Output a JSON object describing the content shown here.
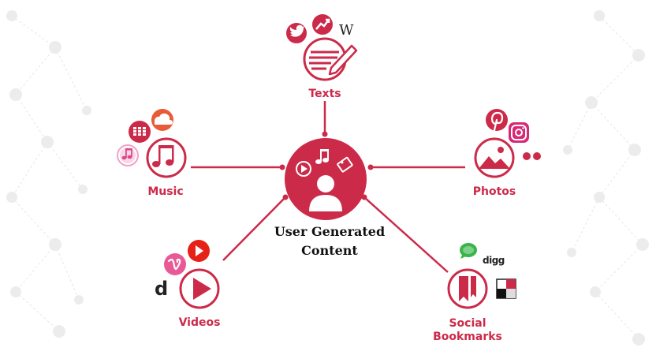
{
  "center": {
    "title_line1": "User Generated",
    "title_line2": "Content"
  },
  "nodes": {
    "texts": "Texts",
    "music": "Music",
    "photos": "Photos",
    "videos": "Videos",
    "bookmarks_line1": "Social",
    "bookmarks_line2": "Bookmarks"
  },
  "brand_marks": {
    "wikipedia": "W",
    "digg": "digg",
    "dailymotion": "d"
  },
  "colors": {
    "accent": "#cc2a49",
    "text_dark": "#111111"
  },
  "icons": [
    "twitter-icon",
    "trending-icon",
    "wikipedia-icon",
    "pencil-icon",
    "soundcloud-icon",
    "deezer-icon",
    "itunes-icon",
    "music-note-icon",
    "pinterest-icon",
    "instagram-icon",
    "flickr-icon",
    "image-icon",
    "vimeo-icon",
    "youtube-icon",
    "dailymotion-icon",
    "play-icon",
    "chat-icon",
    "digg-icon",
    "delicious-icon",
    "bookmark-icon",
    "user-icon"
  ]
}
